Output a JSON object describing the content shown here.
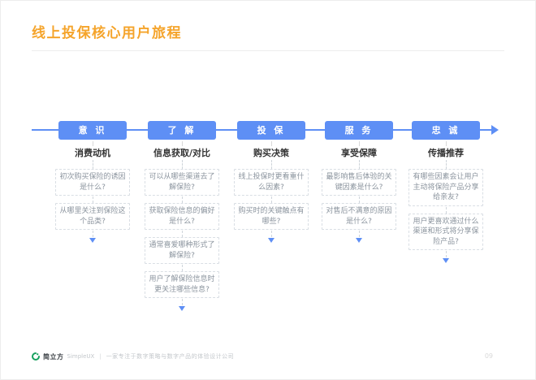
{
  "slide": {
    "title": "线上投保核心用户旅程",
    "page_number": "09"
  },
  "journey": {
    "stages": [
      {
        "label": "意 识",
        "sublabel": "消费动机",
        "questions": [
          "初次购买保险的诱因是什么?",
          "从哪里关注到保险这个品类?"
        ]
      },
      {
        "label": "了 解",
        "sublabel": "信息获取/对比",
        "questions": [
          "可以从哪些渠道去了解保险?",
          "获取保险信息的偏好是什么?",
          "通常喜爱哪种形式了解保险?",
          "用户了解保险信息时更关注哪些信息?"
        ]
      },
      {
        "label": "投 保",
        "sublabel": "购买决策",
        "questions": [
          "线上投保时更看重什么因素?",
          "购买时的关键触点有哪些?"
        ]
      },
      {
        "label": "服 务",
        "sublabel": "享受保障",
        "questions": [
          "最影响售后体验的关键因素是什么?",
          "对售后不满意的原因是什么?"
        ]
      },
      {
        "label": "忠 诚",
        "sublabel": "传播推荐",
        "questions": [
          "有哪些因素会让用户主动将保险产品分享给亲友?",
          "用户更喜欢通过什么渠道和形式将分享保险产品?"
        ]
      }
    ]
  },
  "footer": {
    "brand": "简立方",
    "brand_en": "SimpleUX",
    "separator": "|",
    "tagline": "一家专注于数字策略与数字产品的体验设计公司",
    "logo_icon": "green-swirl-logo"
  },
  "colors": {
    "accent_orange": "#F5A42B",
    "stage_blue": "#5E8FF5",
    "box_border": "#D9DEE4",
    "box_text": "#8B949E",
    "logo_green": "#17A05E"
  }
}
